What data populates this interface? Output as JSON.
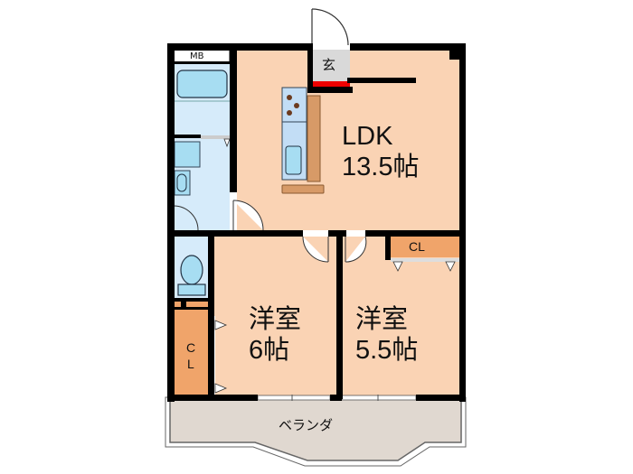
{
  "floorplan": {
    "rooms": [
      {
        "id": "ldk",
        "name": "LDK",
        "size": "13.5帖"
      },
      {
        "id": "western1",
        "name": "洋室",
        "size": "6帖"
      },
      {
        "id": "western2",
        "name": "洋室",
        "size": "5.5帖"
      }
    ],
    "labels": {
      "entrance": "玄",
      "meter_box": "MB",
      "closet_top": "CL",
      "closet_left_1": "C",
      "closet_left_2": "L",
      "balcony": "ベランダ"
    },
    "colors": {
      "room": "#FAD3B4",
      "closet": "#F0A46A",
      "wet_area": "#D6EBFA",
      "fixture": "#A7DDF2",
      "entrance": "#D9D9D9",
      "step": "#EE0000",
      "balcony": "#E0D8D0",
      "counter": "#D79A67",
      "wall": "#000000"
    }
  }
}
